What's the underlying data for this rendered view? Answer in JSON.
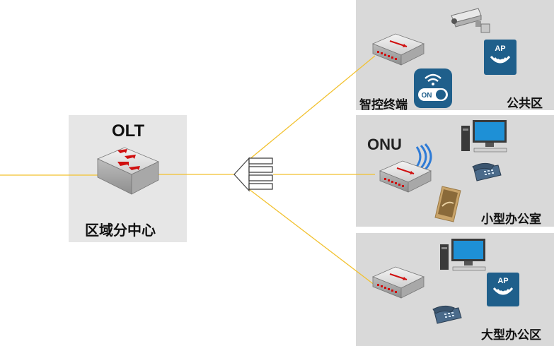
{
  "olt": {
    "title": "OLT",
    "name": "区域分中心"
  },
  "onu": {
    "title": "ONU"
  },
  "zones": {
    "top": {
      "name": "公共区",
      "terminal_label": "智控终端",
      "switch_label": "ON"
    },
    "mid": {
      "name": "小型办公室"
    },
    "bot": {
      "name": "大型办公区"
    }
  },
  "ap_label": "AP",
  "colors": {
    "fiber": "#f2c12e",
    "panel": "#d9d9d9",
    "ap_blue": "#1f5f8b",
    "switch_red": "#d01010"
  }
}
